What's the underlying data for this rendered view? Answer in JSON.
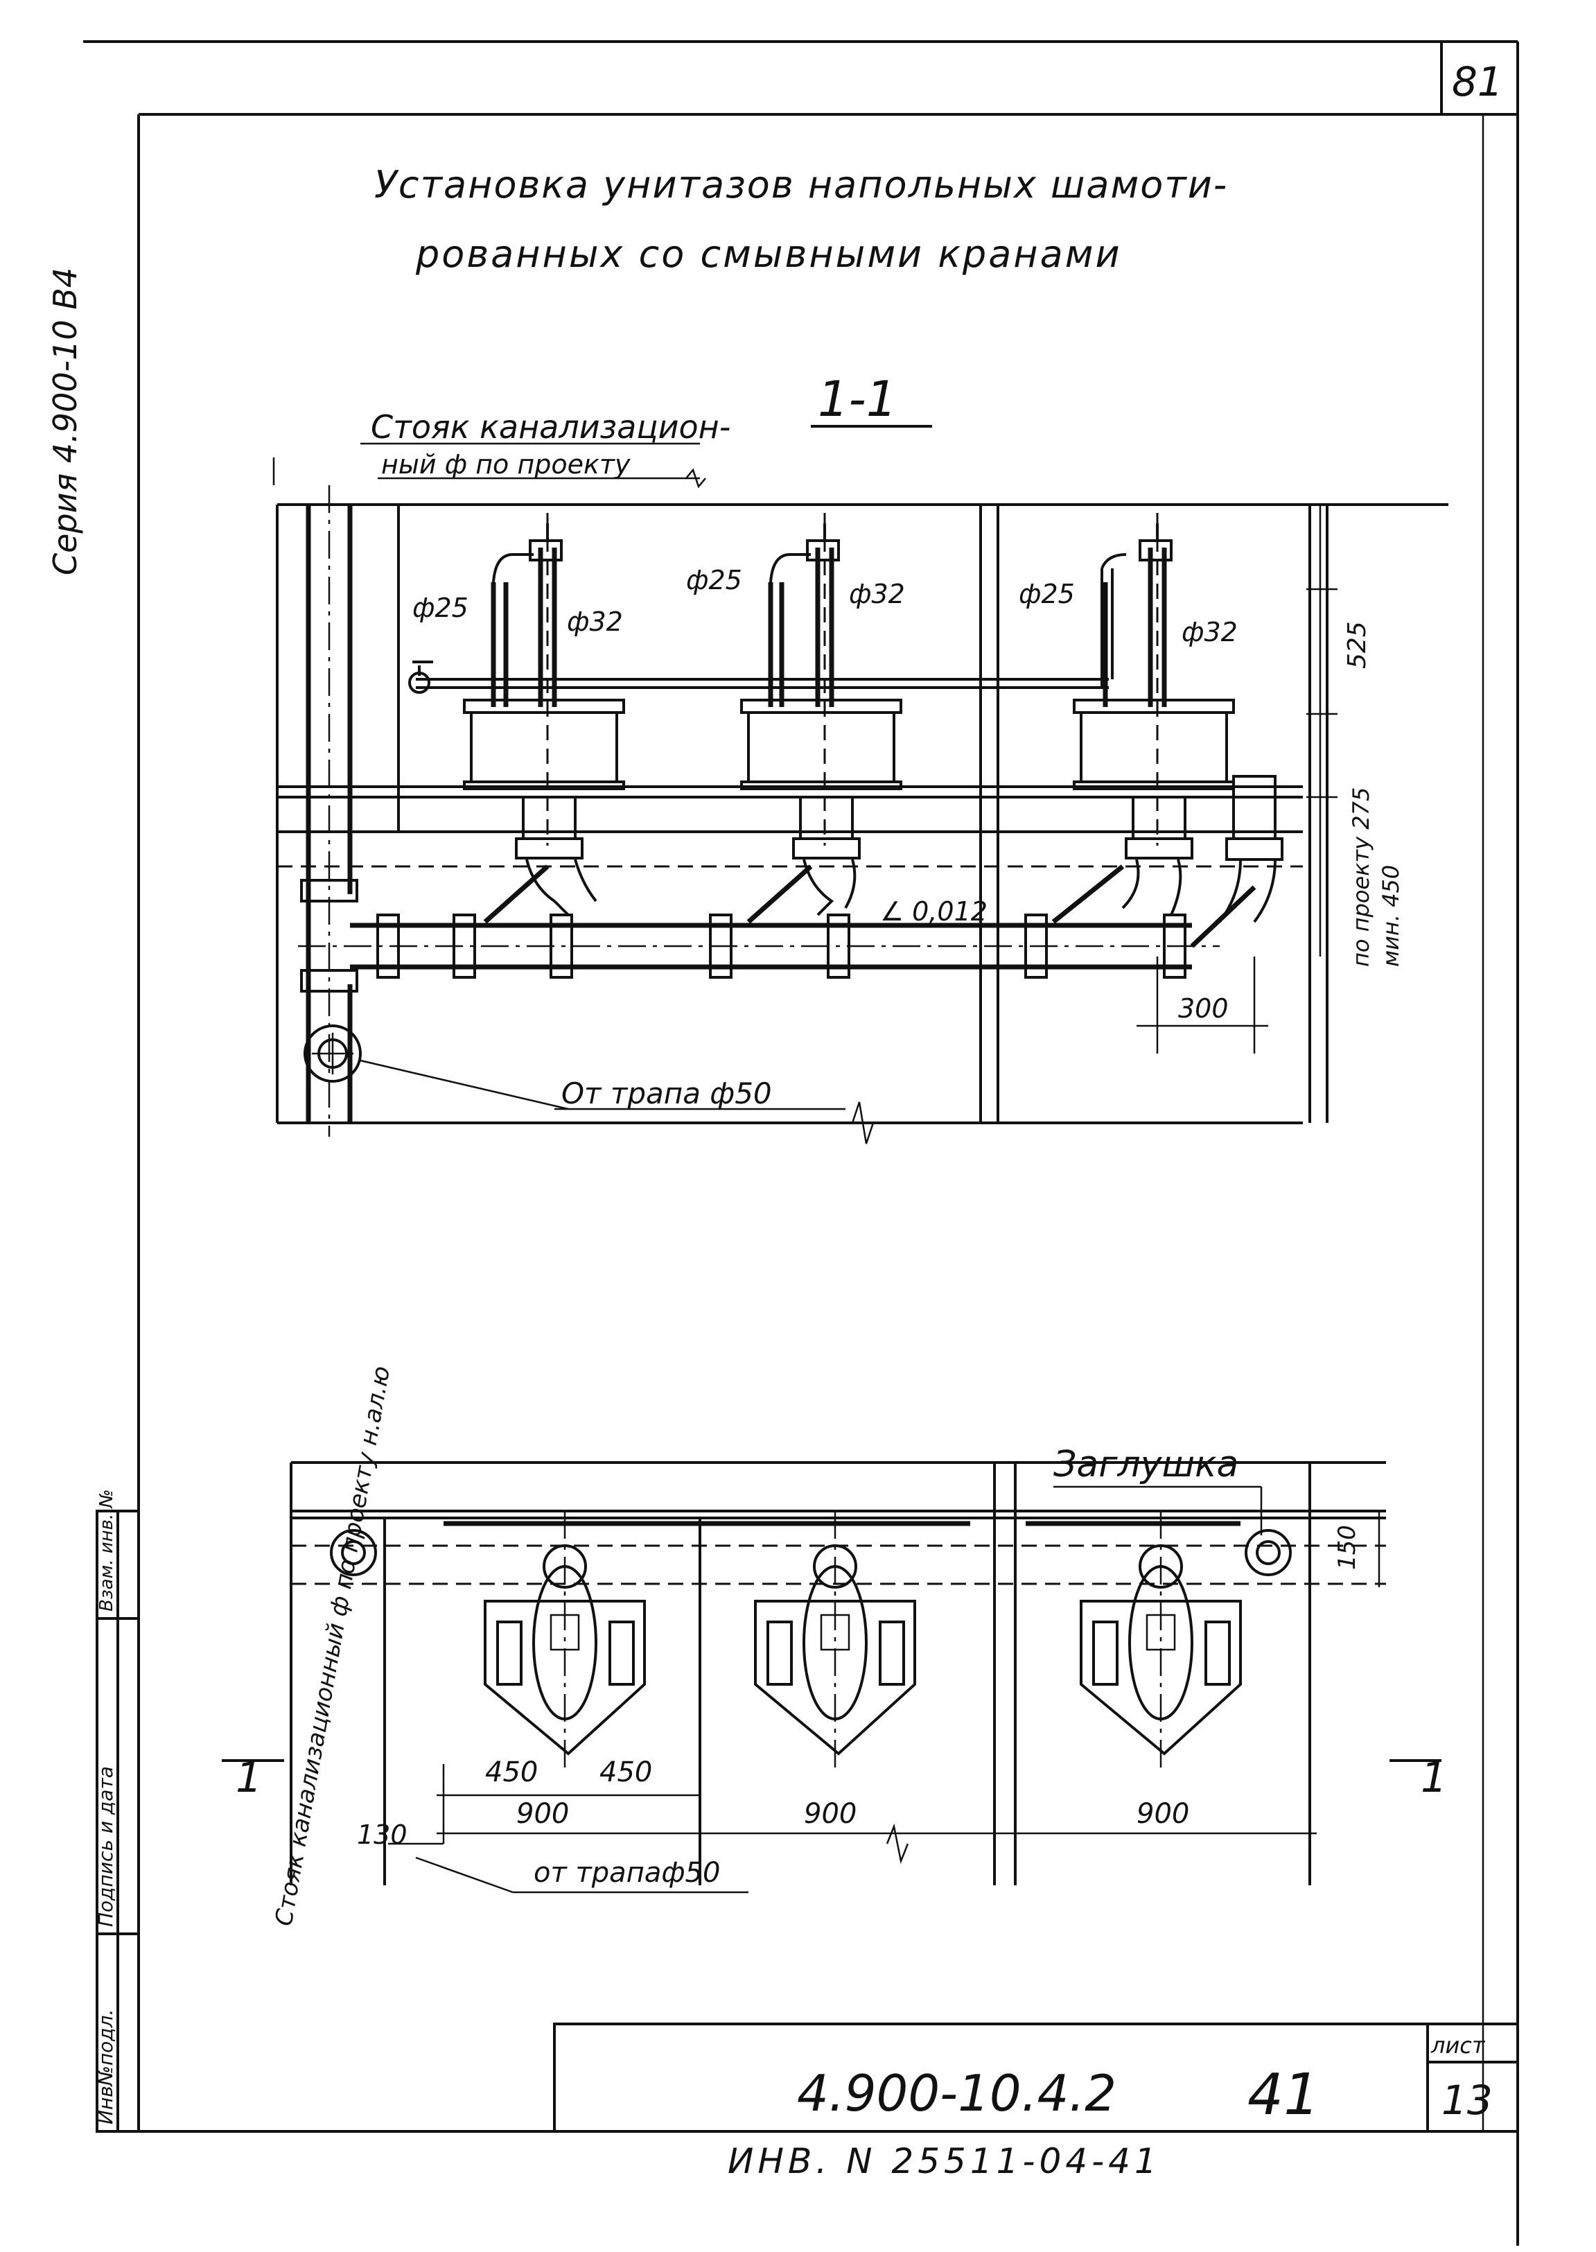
{
  "sheet": {
    "corner_number": "81",
    "side_series": "Серия 4.900-10 В4",
    "title_line1": "Установка унитазов напольных шамоти-",
    "title_line2": "рованных со смывными кранами",
    "section_label": "1-1",
    "stamp_code": "4.900-10.4.2",
    "stamp_page": "41",
    "sheet_label": "лист",
    "sheet_number": "13",
    "inventory_note": "ИНВ. N 25511-04-41",
    "left_stamp_columns": [
      "Инв№подл.",
      "Подпись и дата",
      "Взам. инв. №"
    ]
  },
  "section": {
    "riser_label_line1": "Стояк канализацион-",
    "riser_label_line2": "ный ф по проекту",
    "d25_a": "ф25",
    "d32_a": "ф32",
    "d25_b": "ф25",
    "d32_b": "ф32",
    "d25_c": "ф25",
    "d32_c": "ф32",
    "slope": "∠ 0,012",
    "dim_300": "300",
    "dim_525": "525",
    "dim_275": "по проекту 275",
    "dim_450": "мин. 450",
    "from_drain": "От трапа ф50"
  },
  "plan": {
    "plug_label": "Заглушка",
    "dim_150": "150",
    "dim_450_left": "450",
    "dim_450_right": "450",
    "dim_900_a": "900",
    "dim_900_b": "900",
    "dim_900_c": "900",
    "dim_130": "130",
    "from_drain": "от трапаф50",
    "riser_vertical_label": "Стояк канализационный ф по проекту н.ал.ю",
    "cut_left": "1",
    "cut_right": "1"
  }
}
